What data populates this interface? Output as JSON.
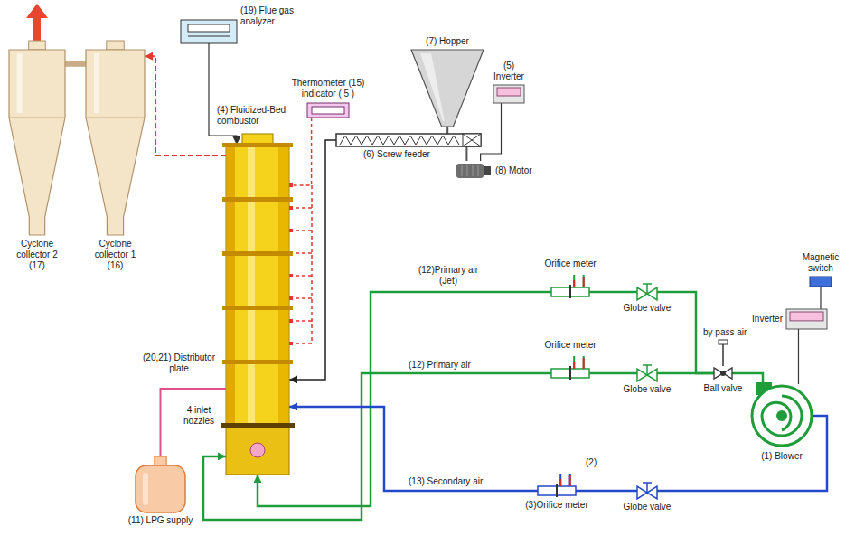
{
  "diagram": {
    "nodes": [
      {
        "text": [
          "Cyclone collector 2 (17)"
        ]
      },
      {
        "text": [
          "Cyclone collector 1 (16)"
        ]
      },
      {
        "text": [
          "(19) Flue gas analyzer"
        ]
      },
      {
        "text": [
          "Thermometer (15) indicator ( 5 )"
        ]
      },
      {
        "text": [
          "(4) Fluidized-Bed combustor"
        ]
      },
      {
        "text": [
          "(7) Hopper"
        ]
      },
      {
        "text": [
          "(5) Inverter"
        ]
      },
      {
        "text": [
          "(6) Screw feeder"
        ]
      },
      {
        "text": [
          "(8) Motor"
        ]
      },
      {
        "text": [
          "Orifice meter"
        ]
      },
      {
        "text": [
          "Orifice meter"
        ]
      },
      {
        "text": [
          "(3)Orifice meter"
        ]
      },
      {
        "text": [
          "Globe valve"
        ]
      },
      {
        "text": [
          "Globe valve"
        ]
      },
      {
        "text": [
          "Globe valve"
        ]
      },
      {
        "text": [
          "Ball valve"
        ]
      },
      {
        "text": [
          "Inverter"
        ]
      },
      {
        "text": [
          "Magnetic switch"
        ]
      },
      {
        "text": [
          "(1) Blower"
        ]
      },
      {
        "text": [
          "(11) LPG supply"
        ]
      }
    ],
    "edges": [
      {
        "from": 4,
        "to": 1,
        "arrow": "to"
      },
      {
        "from": 1,
        "to": 0,
        "arrow": "none"
      },
      {
        "from": 2,
        "to": 4,
        "arrow": "to"
      },
      {
        "from": 3,
        "to": 4,
        "arrow": "none"
      },
      {
        "from": 5,
        "to": 7,
        "arrow": "none"
      },
      {
        "from": 6,
        "to": 8,
        "arrow": "none"
      },
      {
        "from": 8,
        "to": 7,
        "arrow": "none"
      },
      {
        "from": 7,
        "to": 4,
        "arrow": "to"
      },
      {
        "from": 18,
        "to": 15,
        "arrow": "none"
      },
      {
        "from": 15,
        "to": 12,
        "arrow": "none"
      },
      {
        "from": 15,
        "to": 13,
        "arrow": "none"
      },
      {
        "from": 18,
        "to": 14,
        "arrow": "none"
      },
      {
        "from": 12,
        "to": 9,
        "arrow": "none"
      },
      {
        "from": 13,
        "to": 10,
        "arrow": "none"
      },
      {
        "from": 14,
        "to": 11,
        "arrow": "none"
      },
      {
        "from": 9,
        "to": 4,
        "arrow": "to"
      },
      {
        "from": 10,
        "to": 4,
        "arrow": "to"
      },
      {
        "from": 11,
        "to": 4,
        "arrow": "to"
      },
      {
        "from": 19,
        "to": 4,
        "arrow": "none"
      },
      {
        "from": 16,
        "to": 18,
        "arrow": "none"
      },
      {
        "from": 17,
        "to": 16,
        "arrow": "none"
      }
    ],
    "labels": [
      "(12)Primary air (Jet)",
      "(12) Primary air",
      "(13) Secondary air",
      "by pass air",
      "(2)",
      "(20,21) Distributor plate",
      "4 inlet nozzles"
    ]
  }
}
